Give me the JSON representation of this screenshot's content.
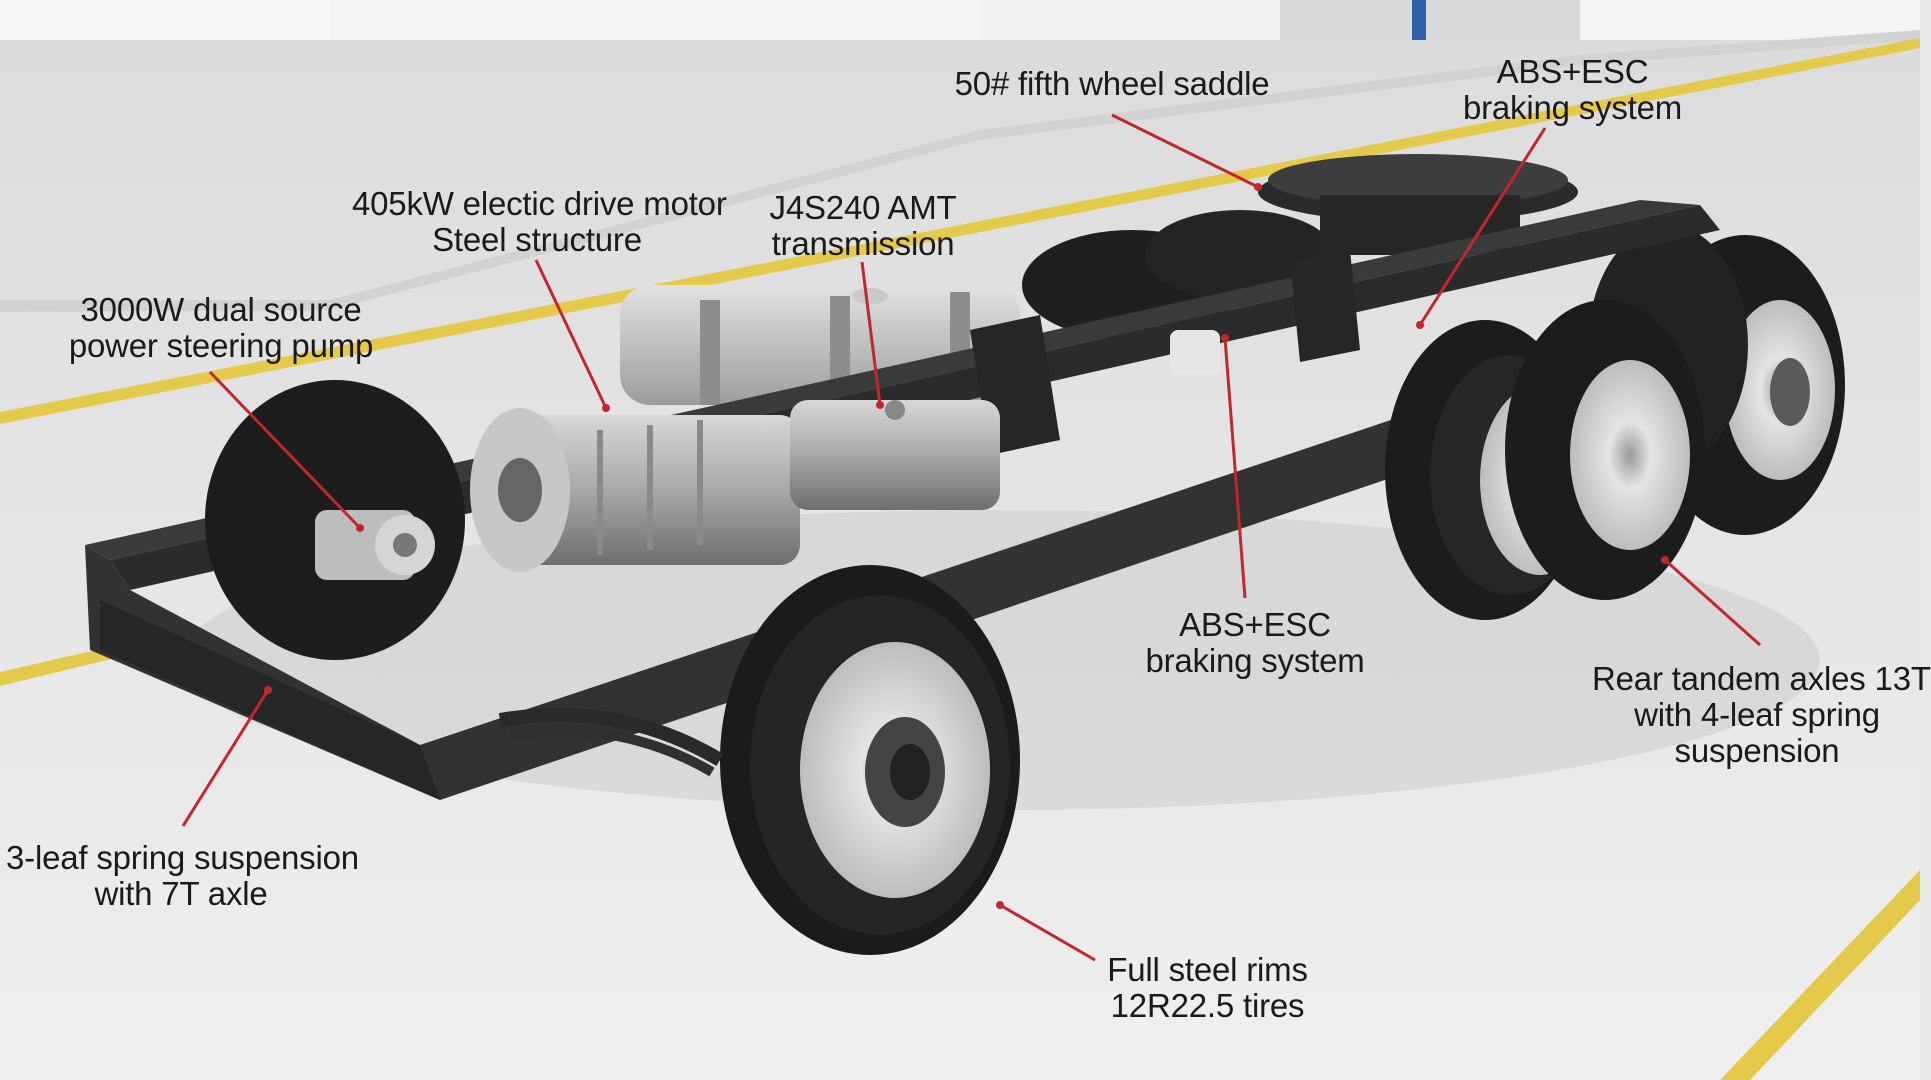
{
  "callouts": {
    "fifth_wheel": {
      "line1": "50# fifth wheel saddle"
    },
    "abs_top": {
      "line1": "ABS+ESC",
      "line2": "braking system"
    },
    "motor": {
      "line1": "405kW electic drive motor",
      "line2": "Steel structure"
    },
    "transmission": {
      "line1": "J4S240 AMT",
      "line2": "transmission"
    },
    "steering_pump": {
      "line1": "3000W dual source",
      "line2": "power steering pump"
    },
    "abs_mid": {
      "line1": "ABS+ESC",
      "line2": "braking system"
    },
    "rear_axles": {
      "line1": "Rear tandem axles 13T",
      "line2": "with 4-leaf spring",
      "line3": "suspension"
    },
    "front_suspension": {
      "line1": "3-leaf spring suspension",
      "line2": "with 7T axle"
    },
    "rims_tires": {
      "line1": "Full steel rims",
      "line2": "12R22.5 tires"
    }
  },
  "colors": {
    "leader_line": "#c0282d",
    "floor": "#e6e6e6",
    "wall": "#f4f4f4",
    "floor_stripe": "#e5c94a",
    "chassis": "#2b2b2b",
    "tire": "#1c1c1c",
    "rim": "#d6d6d6",
    "label_text": "#1a1a1a"
  }
}
